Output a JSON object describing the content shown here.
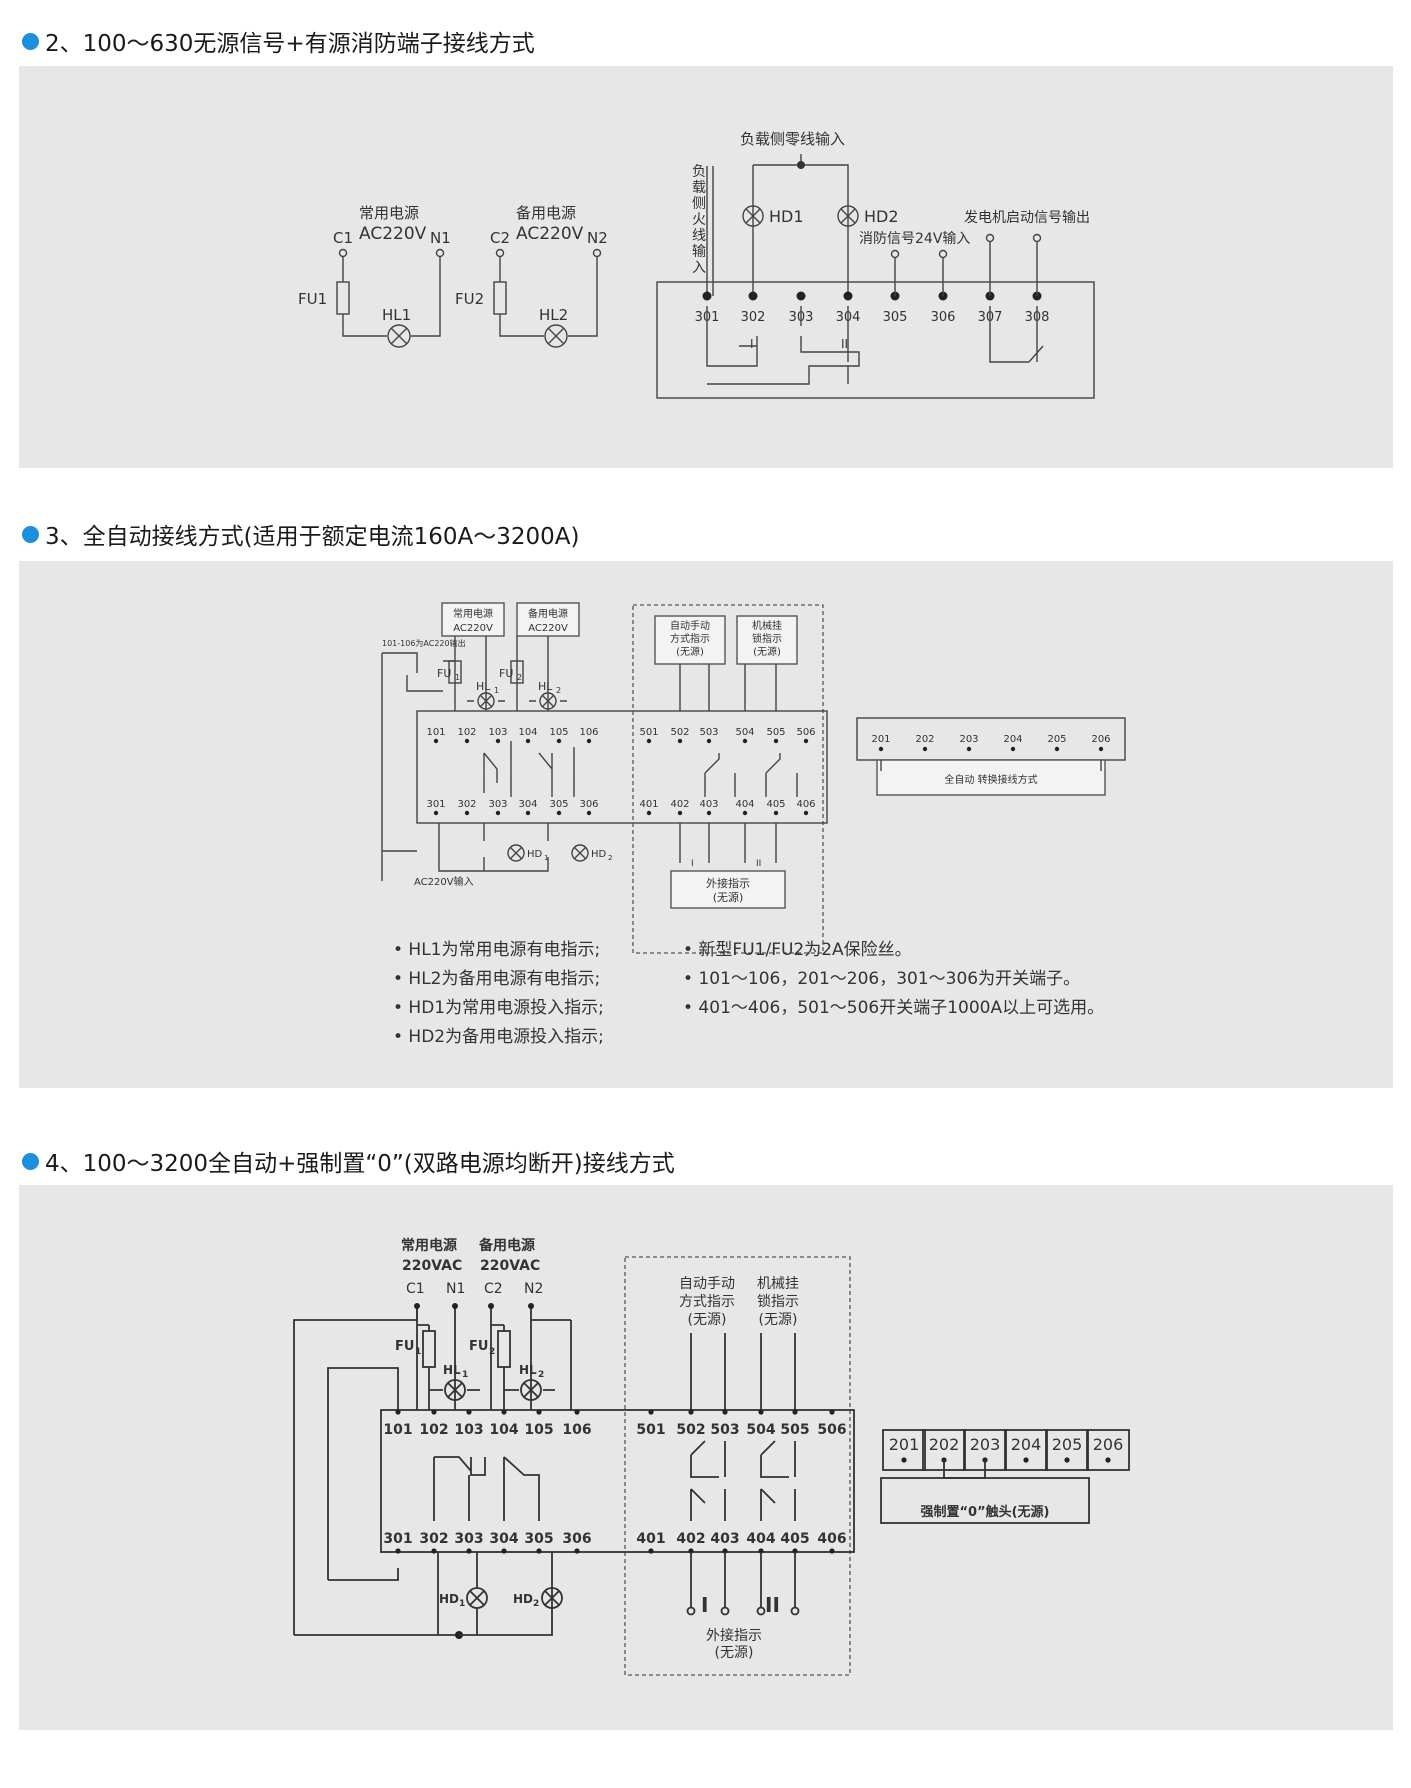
{
  "colors": {
    "bullet": "#1e8fdc",
    "panel": "#e7e7e7"
  },
  "sections": [
    {
      "title": "2、100～630无源信号+有源消防端子接线方式"
    },
    {
      "title": "3、全自动接线方式(适用于额定电流160A～3200A)"
    },
    {
      "title": "4、100～3200全自动+强制置“0”(双路电源均断开)接线方式"
    }
  ],
  "d2": {
    "normal_label": "常用电源",
    "normal_voltage": "AC220V",
    "backup_label": "备用电源",
    "backup_voltage": "AC220V",
    "c1": "C1",
    "n1": "N1",
    "c2": "C2",
    "n2": "N2",
    "fu1": "FU1",
    "fu2": "FU2",
    "hl1": "HL1",
    "hl2": "HL2",
    "load_neutral": "负载侧零线输入",
    "load_fire": "负载侧火线输入",
    "hd1": "HD1",
    "hd2": "HD2",
    "fire_signal": "消防信号24V输入",
    "gen_signal": "发电机启动信号输出",
    "terminals": [
      "301",
      "302",
      "303",
      "304",
      "305",
      "306",
      "307",
      "308"
    ],
    "roman1": "I",
    "roman2": "II"
  },
  "d3": {
    "normal_box": [
      "常用电源",
      "AC220V"
    ],
    "backup_box": [
      "备用电源",
      "AC220V"
    ],
    "tap_label": "101-106为AC220输出",
    "fu1": "FU",
    "fu1_sub": "1",
    "fu2": "FU",
    "fu2_sub": "2",
    "hl1": "HL",
    "hl1_sub": "1",
    "hl2": "HL",
    "hl2_sub": "2",
    "auto_box": [
      "自动手动",
      "方式指示",
      "(无源)"
    ],
    "mech_box": [
      "机械挂",
      "锁指示",
      "(无源)"
    ],
    "top_left_terminals": [
      "101",
      "102",
      "103",
      "104",
      "105",
      "106"
    ],
    "top_right_terminals": [
      "501",
      "502",
      "503",
      "504",
      "505",
      "506"
    ],
    "bot_left_terminals": [
      "301",
      "302",
      "303",
      "304",
      "305",
      "306"
    ],
    "bot_right_terminals": [
      "401",
      "402",
      "403",
      "404",
      "405",
      "406"
    ],
    "side_terminals": [
      "201",
      "202",
      "203",
      "204",
      "205",
      "206"
    ],
    "side_caption": "全自动 转换接线方式",
    "ac_input": "AC220V输入",
    "hd1": "HD",
    "hd1_sub": "1",
    "hd2": "HD",
    "hd2_sub": "2",
    "ext_box": [
      "外接指示",
      "(无源)"
    ],
    "roman1": "I",
    "roman2": "II",
    "notes_left": [
      "• HL1为常用电源有电指示;",
      "• HL2为备用电源有电指示;",
      "• HD1为常用电源投入指示;",
      "• HD2为备用电源投入指示;"
    ],
    "notes_right": [
      "• 新型FU1/FU2为2A保险丝。",
      "• 101～106，201～206，301～306为开关端子。",
      "• 401～406，501～506开关端子1000A以上可选用。"
    ]
  },
  "d4": {
    "normal_label": "常用电源",
    "backup_label": "备用电源",
    "normal_voltage": "220VAC",
    "backup_voltage": "220VAC",
    "c1": "C1",
    "n1": "N1",
    "c2": "C2",
    "n2": "N2",
    "fu1": "FU",
    "fu1_sub": "1",
    "fu2": "FU",
    "fu2_sub": "2",
    "hl1": "HL",
    "hl1_sub": "1",
    "hl2": "HL",
    "hl2_sub": "2",
    "auto_label": [
      "自动手动",
      "方式指示",
      "(无源)"
    ],
    "mech_label": [
      "机械挂",
      "锁指示",
      "(无源)"
    ],
    "top_left_terminals": [
      "101",
      "102",
      "103",
      "104",
      "105",
      "106"
    ],
    "top_right_terminals": [
      "501",
      "502",
      "503",
      "504",
      "505",
      "506"
    ],
    "bot_left_terminals": [
      "301",
      "302",
      "303",
      "304",
      "305",
      "306"
    ],
    "bot_right_terminals": [
      "401",
      "402",
      "403",
      "404",
      "405",
      "406"
    ],
    "side_terminals": [
      "201",
      "202",
      "203",
      "204",
      "205",
      "206"
    ],
    "side_caption": "强制置“0”触头(无源)",
    "hd1": "HD",
    "hd1_sub": "1",
    "hd2": "HD",
    "hd2_sub": "2",
    "ext_label": [
      "外接指示",
      "(无源)"
    ],
    "roman1": "I",
    "roman2": "II"
  }
}
